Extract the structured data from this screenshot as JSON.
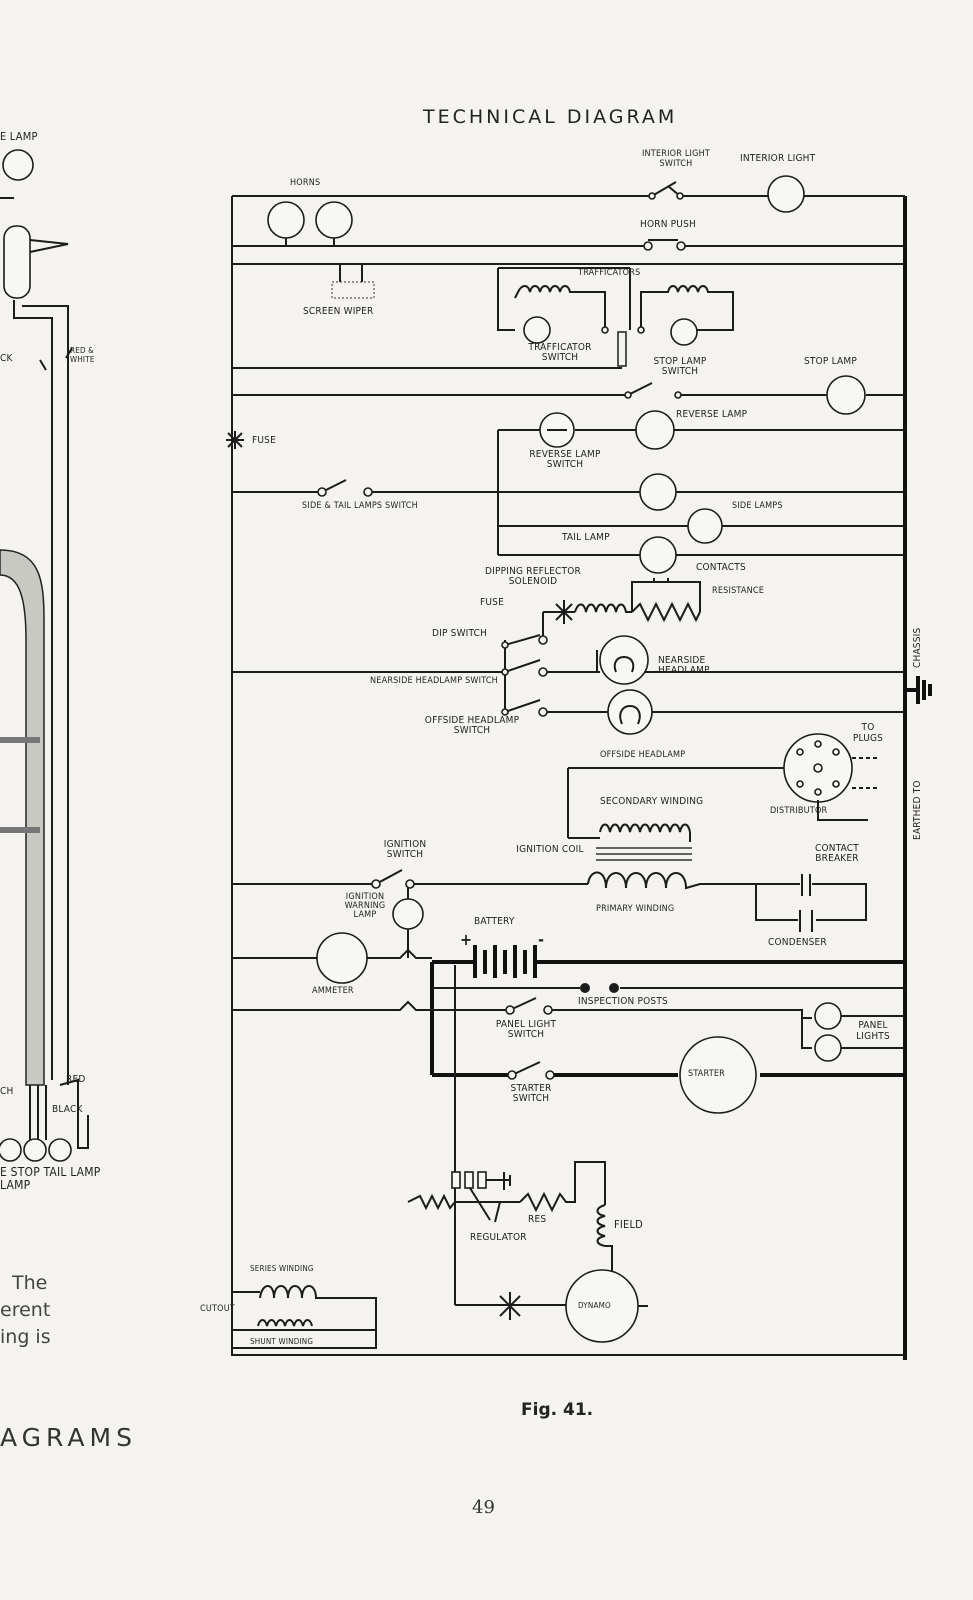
{
  "diagram_title": "TECHNICAL DIAGRAM",
  "figure_caption": "Fig. 41.",
  "page_number": "49",
  "left_page": {
    "labels": {
      "lamp": "E LAMP",
      "red_white": "RED & WHITE",
      "ck": "CK",
      "red": "RED",
      "black": "BLACK",
      "ch": "CH",
      "stop_tail": "E STOP TAIL LAMP LAMP"
    },
    "body_lines": [
      "The",
      "erent",
      "ing is"
    ],
    "footer": "AGRAMS"
  },
  "components": {
    "interior_light_switch": "INTERIOR LIGHT SWITCH",
    "interior_light": "INTERIOR LIGHT",
    "horns": "HORNS",
    "horn_push": "HORN PUSH",
    "screen_wiper": "SCREEN WIPER",
    "trafficators": "TRAFFICATORS",
    "trafficator_switch": "TRAFFICATOR SWITCH",
    "stop_lamp_switch": "STOP LAMP SWITCH",
    "stop_lamp": "STOP LAMP",
    "reverse_lamp": "REVERSE LAMP",
    "fuse_top": "FUSE",
    "reverse_lamp_switch": "REVERSE LAMP SWITCH",
    "side_tail_switch": "SIDE & TAIL LAMPS SWITCH",
    "side_lamps": "SIDE LAMPS",
    "tail_lamp": "TAIL LAMP",
    "dipping_solenoid": "DIPPING REFLECTOR SOLENOID",
    "contacts": "CONTACTS",
    "fuse_mid": "FUSE",
    "resistance": "RESISTANCE",
    "dip_switch": "DIP SWITCH",
    "chassis": "CHASSIS",
    "nearside_switch": "NEARSIDE HEADLAMP SWITCH",
    "nearside_headlamp": "NEARSIDE HEADLAMP",
    "offside_switch": "OFFSIDE HEADLAMP SWITCH",
    "offside_headlamp": "OFFSIDE HEADLAMP",
    "to_plugs": "TO PLUGS",
    "earthed_to": "EARTHED TO",
    "distributor": "DISTRIBUTOR",
    "secondary_winding": "SECONDARY WINDING",
    "ignition_switch": "IGNITION SWITCH",
    "ignition_coil": "IGNITION COIL",
    "contact_breaker": "CONTACT BREAKER",
    "ignition_warning_lamp": "IGNITION WARNING LAMP",
    "primary_winding": "PRIMARY WINDING",
    "battery": "BATTERY",
    "condenser": "CONDENSER",
    "plus": "+",
    "minus": "-",
    "ammeter": "AMMETER",
    "inspection_posts": "INSPECTION POSTS",
    "panel_light_switch": "PANEL LIGHT SWITCH",
    "panel_lights": "PANEL LIGHTS",
    "starter": "STARTER",
    "starter_switch": "STARTER SWITCH",
    "res": "RES",
    "field": "FIELD",
    "regulator": "REGULATOR",
    "series_winding": "SERIES WINDING",
    "cutout": "CUTOUT",
    "shunt_winding": "SHUNT WINDING",
    "dynamo": "DYNAMO"
  }
}
